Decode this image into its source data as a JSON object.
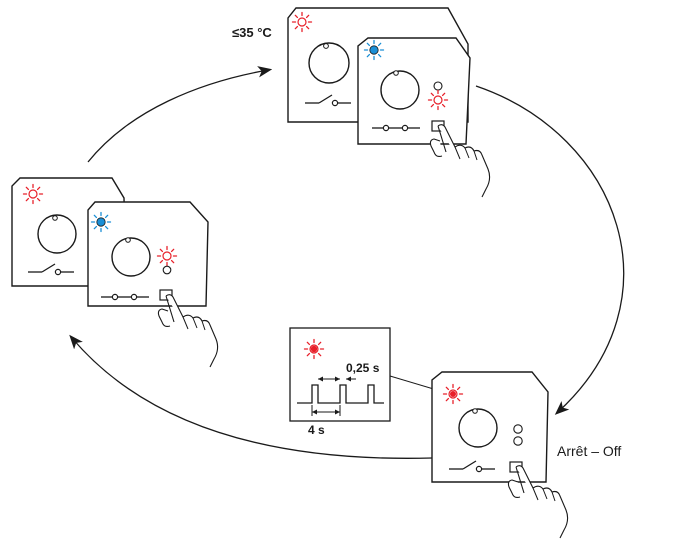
{
  "colors": {
    "red_led": "#e8202a",
    "blue_led": "#1a8fd6",
    "line": "#1a1a1a"
  },
  "labels": {
    "temperature": "≤35 °C",
    "pulse_width": "0,25 s",
    "period": "4 s",
    "off_state": "Arrêt  – Off"
  },
  "icons": [
    "led-red-blinking-icon",
    "led-blue-icon",
    "thermostat-dial-icon",
    "switch-open-icon",
    "pointing-hand-icon",
    "cycle-arrow-icon"
  ]
}
